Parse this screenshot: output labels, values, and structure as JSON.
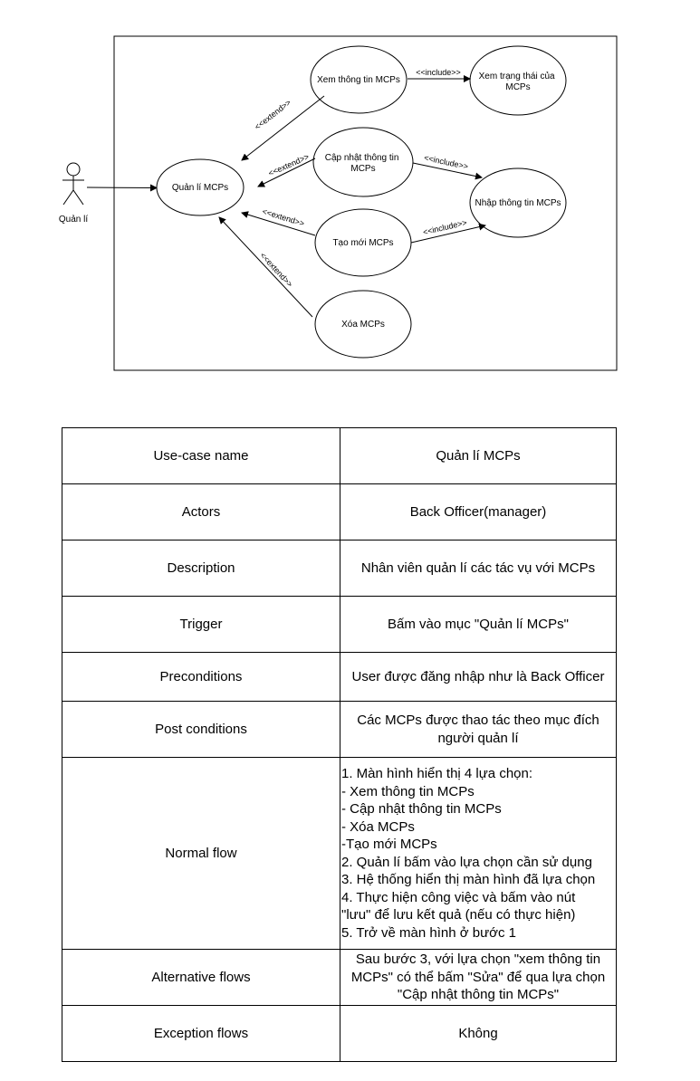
{
  "diagram": {
    "actor": "Quản lí",
    "use_cases": {
      "manage": "Quản lí MCPs",
      "view": "Xem thông tin MCPs",
      "view_status": [
        "Xem trạng thái của",
        "MCPs"
      ],
      "update": [
        "Cập nhật thông tin",
        "MCPs"
      ],
      "enter_info": "Nhập thông tin MCPs",
      "create": "Tạo mới MCPs",
      "delete": "Xóa MCPs"
    },
    "stereotypes": {
      "extend": "<<extend>>",
      "include": "<<include>>"
    }
  },
  "table": {
    "rows": [
      {
        "key": "Use-case name",
        "value": "Quản lí MCPs"
      },
      {
        "key": "Actors",
        "value": "Back Officer(manager)"
      },
      {
        "key": "Description",
        "value": "Nhân viên quản lí các tác vụ với MCPs"
      },
      {
        "key": "Trigger",
        "value": "Bấm vào mục \"Quản lí MCPs\""
      },
      {
        "key": "Preconditions",
        "value": "User được đăng nhập như là Back Officer"
      },
      {
        "key": "Post conditions",
        "value": "Các MCPs được thao tác theo mục đích người quản lí"
      },
      {
        "key": "Normal flow",
        "lines": [
          "1. Màn hình hiển thị 4 lựa chọn:",
          "- Xem thông tin MCPs",
          "- Cập nhật thông tin MCPs",
          "- Xóa MCPs",
          "-Tạo mới MCPs",
          "2. Quản lí bấm vào lựa chọn cần sử dụng",
          "3. Hệ thống hiển thị màn hình đã lựa chọn",
          "4. Thực hiện công việc và bấm vào nút",
          "\"lưu\" để lưu kết quả (nếu có thực hiện)",
          "5. Trở về màn hình ở bước 1"
        ]
      },
      {
        "key": "Alternative flows",
        "value": "Sau bước 3, với lựa chọn \"xem thông tin MCPs\" có thể bấm \"Sửa\" để qua lựa chọn \"Cập nhật thông tin MCPs\""
      },
      {
        "key": "Exception flows",
        "value": "Không"
      }
    ]
  }
}
